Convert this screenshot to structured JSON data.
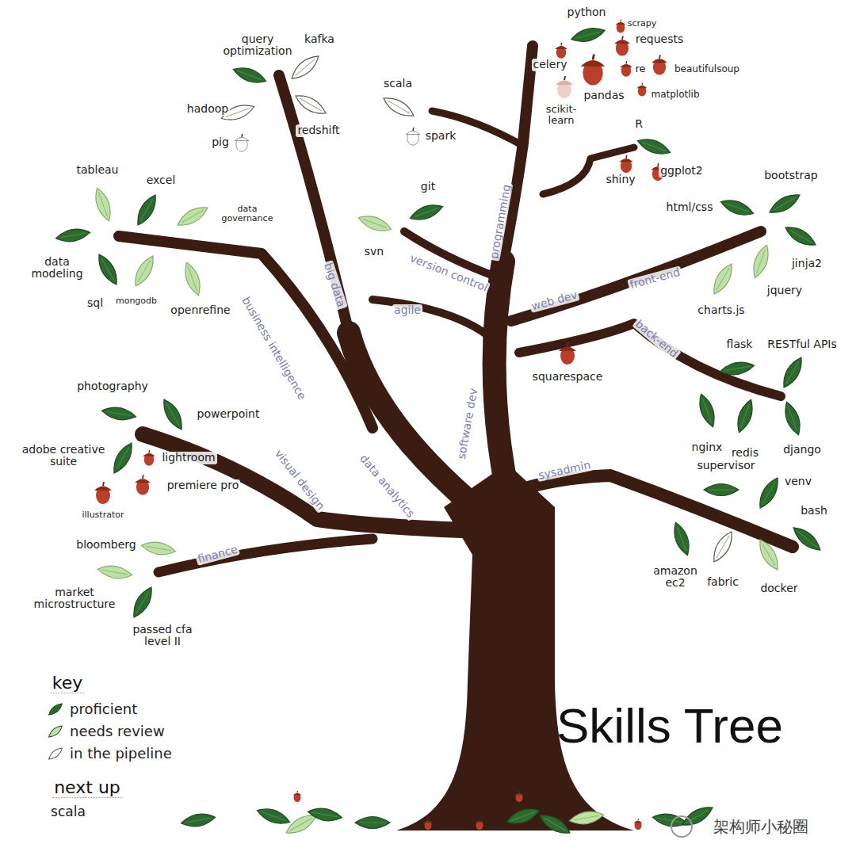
{
  "diagram": {
    "title": "Skills Tree",
    "labels": [
      "query optimization",
      "kafka",
      "hadoop",
      "redshift",
      "pig",
      "scala",
      "spark",
      "python",
      "scrapy",
      "requests",
      "celery",
      "re",
      "beautifulsoup",
      "pandas",
      "matplotlib",
      "scikit-learn",
      "R",
      "shiny",
      "ggplot2",
      "tableau",
      "excel",
      "data governance",
      "git",
      "svn",
      "bootstrap",
      "html/css",
      "data modeling",
      "sql",
      "mongodb",
      "openrefine",
      "jinja2",
      "jquery",
      "charts.js",
      "flask",
      "RESTful APIs",
      "squarespace",
      "photography",
      "powerpoint",
      "adobe creative suite",
      "lightroom",
      "premiere pro",
      "illustrator",
      "nginx",
      "redis",
      "django",
      "supervisor",
      "venv",
      "bash",
      "bloomberg",
      "market microstructure",
      "passed cfa level II",
      "amazon ec2",
      "fabric",
      "docker",
      "big data",
      "business intelligence",
      "programming",
      "version control",
      "agile",
      "software dev",
      "web dev",
      "front-end",
      "back-end",
      "visual design",
      "data analytics",
      "sysadmin",
      "finance",
      "key",
      "next up",
      "scala",
      "架构师小秘圈"
    ],
    "legend": [
      {
        "text": "proficient",
        "color": "#2d6a2e"
      },
      {
        "text": "needs review",
        "color": "#bfe1a5"
      },
      {
        "text": "in the pipeline"
      }
    ]
  }
}
